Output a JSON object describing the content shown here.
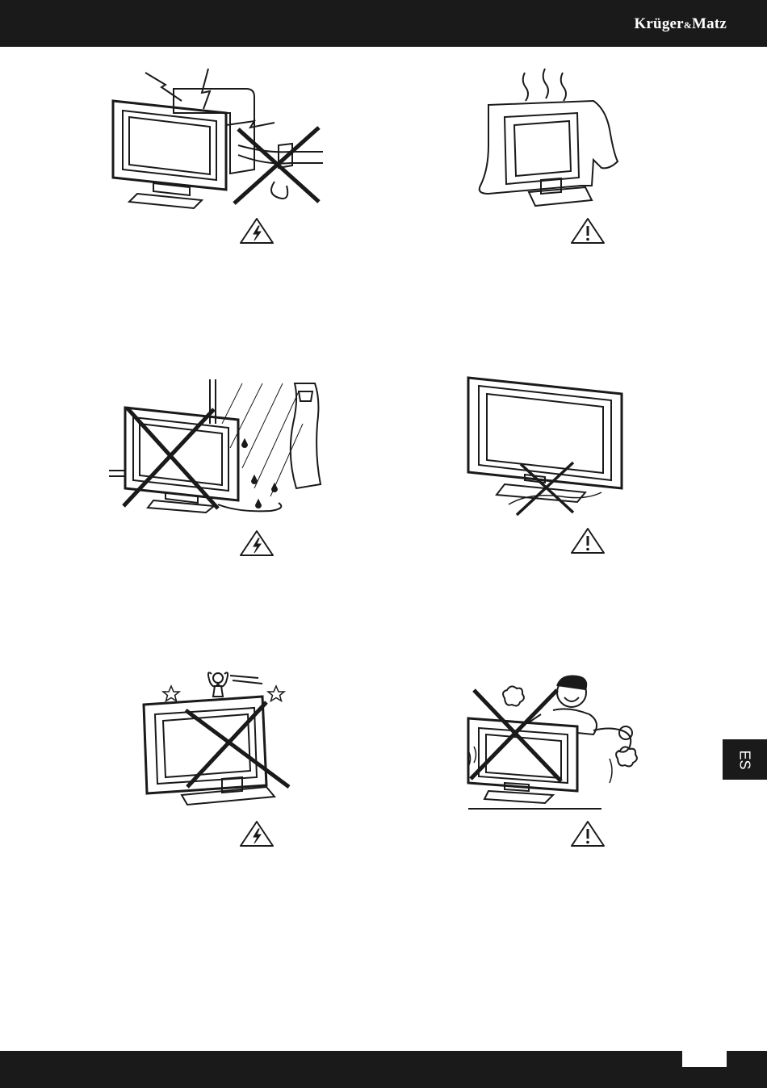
{
  "header": {
    "brand_left": "Krüger",
    "brand_amp": "&",
    "brand_right": "Matz"
  },
  "side_tab": {
    "language": "ES"
  },
  "footer": {
    "page_number": ""
  },
  "colors": {
    "bar": "#1a1a1a",
    "ink": "#1a1a1a",
    "page": "#ffffff"
  },
  "illustrations": [
    {
      "id": "antenna-lightning",
      "warning_icon": "electric-shock-warning-icon"
    },
    {
      "id": "covered-tv-heat",
      "warning_icon": "general-caution-icon"
    },
    {
      "id": "rain-near-window",
      "warning_icon": "electric-shock-warning-icon"
    },
    {
      "id": "cable-under-stand",
      "warning_icon": "general-caution-icon"
    },
    {
      "id": "objects-on-top",
      "warning_icon": "electric-shock-warning-icon"
    },
    {
      "id": "child-climbing",
      "warning_icon": "general-caution-icon"
    }
  ]
}
